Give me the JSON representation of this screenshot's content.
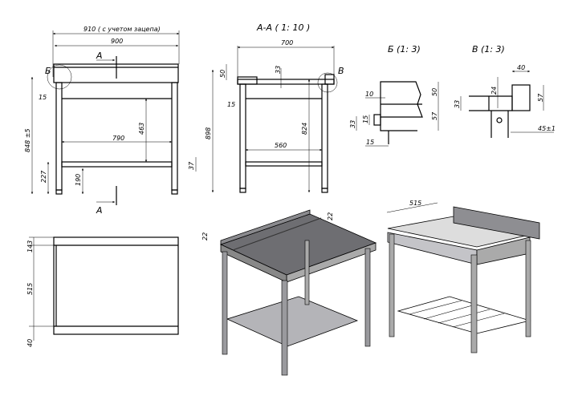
{
  "front_view": {
    "dims": {
      "overall_with_hook": "910 ( с учетом зацепа)",
      "width": "900",
      "height": "848 ±5",
      "frame_offset": "15",
      "shelf_gap": "463",
      "shelf_width": "790",
      "shelf_height": "227",
      "shelf_clear": "190",
      "shelf_thick": "37"
    },
    "detail_mark": "Б",
    "section_mark": "A"
  },
  "section_view": {
    "title": "А-А ( 1: 10 )",
    "dims": {
      "depth": "700",
      "splash": "50",
      "top": "33",
      "offset": "15",
      "height": "898",
      "leg_height": "824",
      "shelf_depth": "560"
    },
    "detail_mark": "В"
  },
  "detail_b": {
    "title": "Б (1: 3)",
    "dims": [
      "10",
      "15",
      "33",
      "50",
      "57",
      "15"
    ]
  },
  "detail_v": {
    "title": "В (1: 3)",
    "dims": [
      "40",
      "24",
      "33",
      "57",
      "45±1"
    ]
  },
  "plan_view": {
    "dims": [
      "143",
      "515",
      "40"
    ]
  },
  "iso_left": {
    "dims": [
      "22",
      "22"
    ]
  },
  "iso_right": {
    "dims": [
      "515"
    ]
  }
}
